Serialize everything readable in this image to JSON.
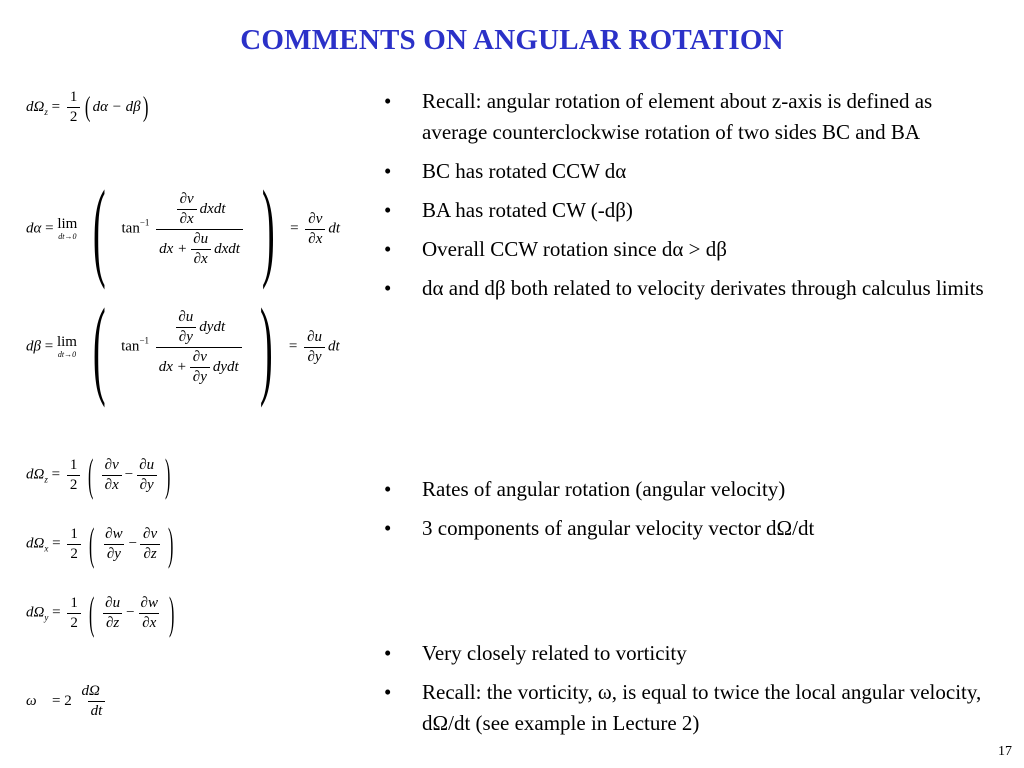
{
  "slide": {
    "title": "COMMENTS ON ANGULAR ROTATION",
    "page_number": "17"
  },
  "bullets_group1": [
    "Recall: angular rotation of element about z-axis is defined as average counterclockwise rotation of two sides BC and BA",
    "BC has rotated CCW dα",
    "BA has rotated CW (-dβ)",
    "Overall CCW rotation since dα > dβ",
    "dα and dβ both related to velocity derivates through calculus limits"
  ],
  "bullets_group2": [
    "Rates of angular rotation (angular velocity)",
    "3 components of angular velocity vector dΩ/dt"
  ],
  "bullets_group3": [
    "Very closely related to vorticity",
    "Recall: the vorticity, ω, is equal to twice the local angular velocity, dΩ/dt (see example in Lecture 2)"
  ],
  "equations": {
    "eq1": {
      "lhs": "dΩ",
      "sub": "z",
      "half_num": "1",
      "half_den": "2",
      "body": "dα − dβ"
    },
    "eq2": {
      "lhs": "dα",
      "lim": "lim",
      "lim_under": "dt→0",
      "tan": "tan",
      "sup": "−1",
      "num_a": "∂v",
      "num_b": "∂x",
      "num_c": "dxdt",
      "den_a": "dx +",
      "den_b": "∂u",
      "den_c": "∂x",
      "den_d": "dxdt",
      "rhs_a": "∂v",
      "rhs_b": "∂x",
      "rhs_c": "dt"
    },
    "eq3": {
      "lhs": "dβ",
      "lim": "lim",
      "lim_under": "dt→0",
      "tan": "tan",
      "sup": "−1",
      "num_a": "∂u",
      "num_b": "∂y",
      "num_c": "dydt",
      "den_a": "dx +",
      "den_b": "∂v",
      "den_c": "∂y",
      "den_d": "dydt",
      "rhs_a": "∂u",
      "rhs_b": "∂y",
      "rhs_c": "dt"
    },
    "eq4": {
      "lhs": "dΩ",
      "sub": "z",
      "n1": "∂v",
      "d1": "∂x",
      "n2": "∂u",
      "d2": "∂y"
    },
    "eq5": {
      "lhs": "dΩ",
      "sub": "x",
      "n1": "∂w",
      "d1": "∂y",
      "n2": "∂v",
      "d2": "∂z"
    },
    "eq6": {
      "lhs": "dΩ",
      "sub": "y",
      "n1": "∂u",
      "d1": "∂z",
      "n2": "∂w",
      "d2": "∂x"
    },
    "eq7": {
      "lhs": "ω⃗",
      "coef": "2",
      "num": "dΩ⃗",
      "den": "dt"
    }
  }
}
